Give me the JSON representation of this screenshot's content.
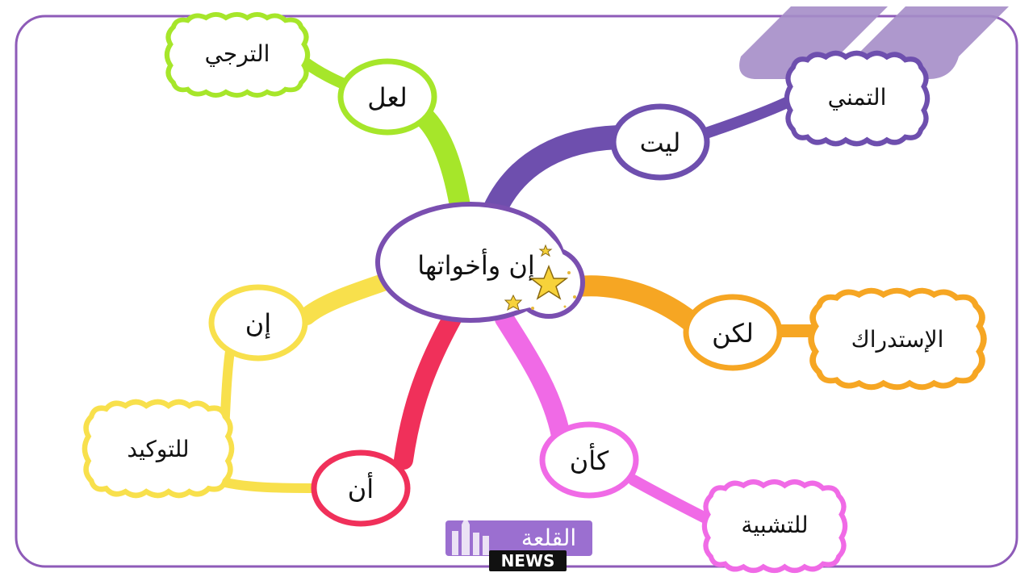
{
  "colors": {
    "frame": "#8e5bb8",
    "purple": "#6e4fae",
    "green": "#a6e62a",
    "orange": "#f6a623",
    "yellow": "#f8e04c",
    "red": "#f0305a",
    "magenta": "#f06ae6",
    "center_border": "#7a4fb0",
    "star": "#f7d23a",
    "stripe": "#a58dc8",
    "logo_bg": "#9b6fd0"
  },
  "center": {
    "label": "إن وأخواتها",
    "icon": "star-icon"
  },
  "branches": [
    {
      "id": "layta",
      "word": "ليت",
      "meaning": "التمني",
      "color": "purple"
    },
    {
      "id": "laalla",
      "word": "لعل",
      "meaning": "الترجي",
      "color": "green"
    },
    {
      "id": "lakin",
      "word": "لكن",
      "meaning": "الإستدراك",
      "color": "orange"
    },
    {
      "id": "inna",
      "word": "إن",
      "meaning": "للتوكيد",
      "color": "yellow"
    },
    {
      "id": "anna",
      "word": "أن",
      "meaning": "",
      "color": "red"
    },
    {
      "id": "kaanna",
      "word": "كأن",
      "meaning": "للتشبية",
      "color": "magenta"
    }
  ],
  "watermark": {
    "arabic": "القلعة",
    "latin": "NEWS"
  }
}
